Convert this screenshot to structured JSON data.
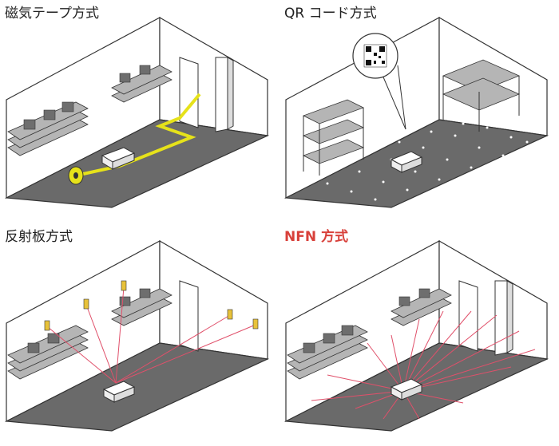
{
  "panels": [
    {
      "id": "magnetic",
      "title": "磁気テープ方式"
    },
    {
      "id": "qr",
      "title": "QR コード方式"
    },
    {
      "id": "reflector",
      "title": "反射板方式"
    },
    {
      "id": "nfn",
      "title": "NFN 方式",
      "title_color": "#d8403a"
    }
  ],
  "colors": {
    "floor": "#6a6a6a",
    "wall": "#ffffff",
    "outline": "#333333",
    "tape": "#e6e21a",
    "laser": "#e0506a",
    "reflector": "#e8c23a",
    "shelf": "#b5b5b5",
    "box": "#6e6e6e"
  }
}
